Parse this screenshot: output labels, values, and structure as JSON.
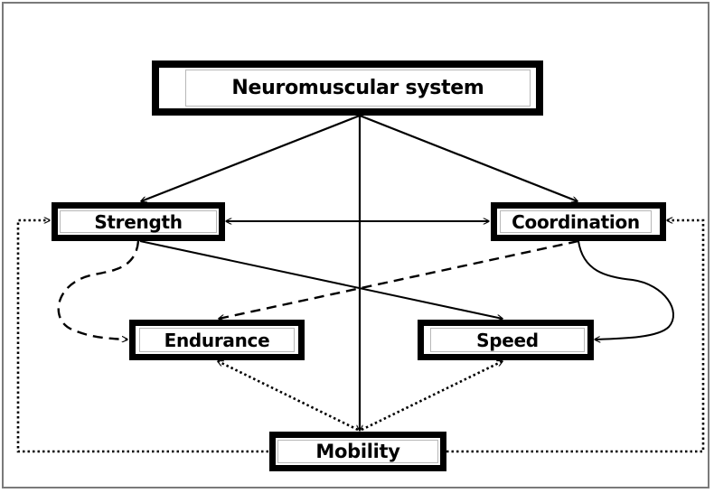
{
  "diagram": {
    "title": "Neuromuscular system",
    "nodes": [
      {
        "id": "neuromuscular",
        "label": "Neuromuscular system"
      },
      {
        "id": "strength",
        "label": "Strength"
      },
      {
        "id": "coordination",
        "label": "Coordination"
      },
      {
        "id": "endurance",
        "label": "Endurance"
      },
      {
        "id": "speed",
        "label": "Speed"
      },
      {
        "id": "mobility",
        "label": "Mobility"
      }
    ],
    "edges": [
      {
        "from": "neuromuscular",
        "to": "strength",
        "style": "solid",
        "arrow": "end"
      },
      {
        "from": "neuromuscular",
        "to": "coordination",
        "style": "solid",
        "arrow": "end"
      },
      {
        "from": "neuromuscular",
        "to": "mobility",
        "style": "solid",
        "arrow": "end"
      },
      {
        "from": "strength",
        "to": "coordination",
        "style": "solid",
        "arrow": "both"
      },
      {
        "from": "strength",
        "to": "speed",
        "style": "solid",
        "arrow": "end"
      },
      {
        "from": "strength",
        "to": "endurance",
        "style": "dashed",
        "arrow": "end"
      },
      {
        "from": "coordination",
        "to": "endurance",
        "style": "dashed",
        "arrow": "end"
      },
      {
        "from": "coordination",
        "to": "speed",
        "style": "solid",
        "arrow": "end"
      },
      {
        "from": "mobility",
        "to": "endurance",
        "style": "dotted",
        "arrow": "end"
      },
      {
        "from": "mobility",
        "to": "speed",
        "style": "dotted",
        "arrow": "end"
      },
      {
        "from": "mobility",
        "to": "strength",
        "style": "dotted",
        "arrow": "end"
      },
      {
        "from": "mobility",
        "to": "coordination",
        "style": "dotted",
        "arrow": "end"
      }
    ]
  }
}
